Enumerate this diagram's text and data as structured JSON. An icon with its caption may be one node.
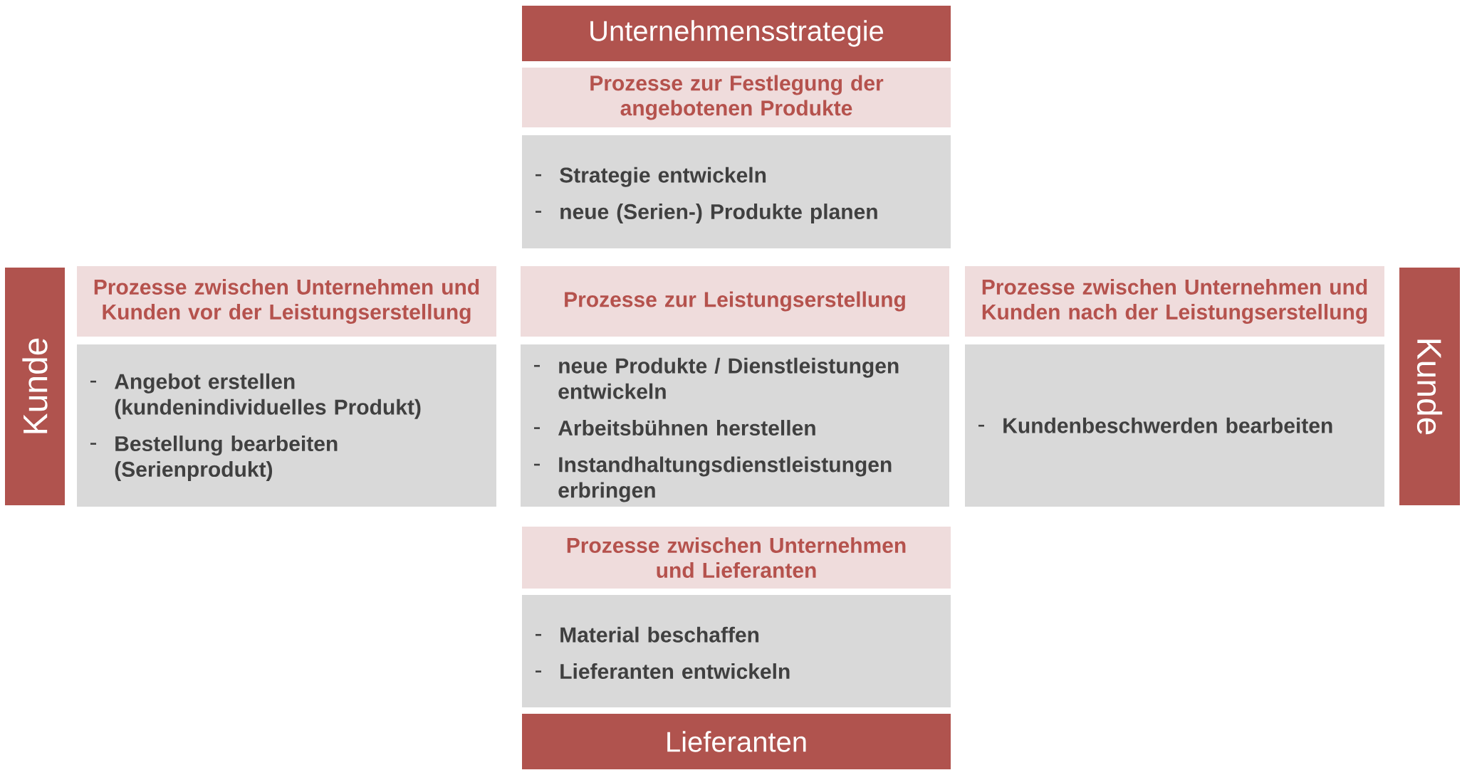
{
  "diagram": {
    "nodes": [
      {
        "text": [
          "Unternehmensstrategie"
        ]
      },
      {
        "text": [
          "Prozesse zur Festlegung der angebotenen Produkte"
        ]
      },
      {
        "text": [
          "Strategie entwickeln",
          "neue (Serien-) Produkte planen"
        ]
      },
      {
        "text": [
          "Kunde"
        ]
      },
      {
        "text": [
          "Prozesse zwischen Unternehmen und Kunden vor der Leistungserstellung"
        ]
      },
      {
        "text": [
          "Prozesse zur Leistungserstellung"
        ]
      },
      {
        "text": [
          "Prozesse zwischen Unternehmen und Kunden nach der Leistungserstellung"
        ]
      },
      {
        "text": [
          "Kunde"
        ]
      },
      {
        "text": [
          "Angebot erstellen (kundenindividuelles Produkt)",
          "Bestellung bearbeiten (Serienprodukt)"
        ]
      },
      {
        "text": [
          "neue Produkte / Dienstleistungen entwickeln",
          "Arbeitsbühnen herstellen",
          "Instandhaltungsdienstleistungen erbringen"
        ]
      },
      {
        "text": [
          "Kundenbeschwerden bearbeiten"
        ]
      },
      {
        "text": [
          "Prozesse zwischen Unternehmen und Lieferanten"
        ]
      },
      {
        "text": [
          "Material beschaffen",
          "Lieferanten entwickeln"
        ]
      },
      {
        "text": [
          "Lieferanten"
        ]
      }
    ]
  }
}
